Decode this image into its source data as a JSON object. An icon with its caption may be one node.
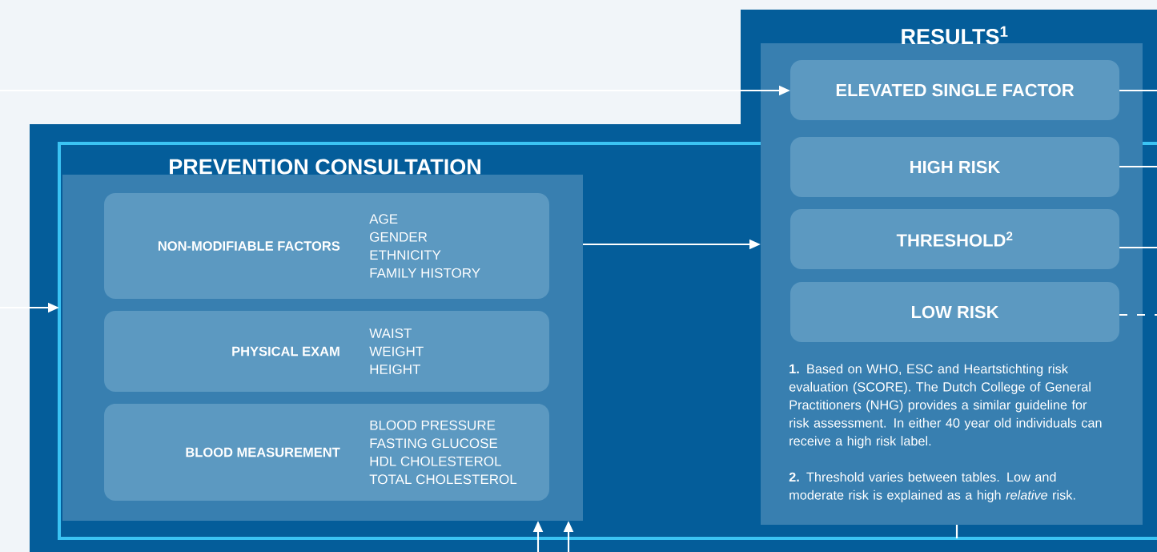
{
  "diagram": {
    "nodes": [
      {
        "text": [
          "RESULTS$^{1}$"
        ]
      },
      {
        "text": [
          "ELEVATED SINGLE FACTOR"
        ],
        "in": 0
      },
      {
        "text": [
          "HIGH RISK"
        ],
        "in": 0
      },
      {
        "text": [
          "THRESHOLD$^{2}$"
        ]
      },
      {
        "text": [
          "LOW RISK"
        ]
      },
      {
        "text": [
          "PREVENTION CONSULTATION"
        ]
      },
      {
        "text": [],
        "shape": "box",
        "in": 5
      },
      {
        "text": [
          "NON-MODIFIABLE FACTORS",
          "AGE",
          "GENDER",
          "ETHNICITY",
          "FAMILY HISTORY"
        ],
        "in": 6
      },
      {
        "text": [
          "PHYSICAL EXAM",
          "WAIST",
          "WEIGHT",
          "HEIGHT"
        ],
        "in": 6
      },
      {
        "text": [
          "BLOOD MEASUREMENT",
          "BLOOD PRESSURE",
          "FASTING GLUCOSE",
          "HDL CHOLESTEROL",
          "TOTAL CHOLESTEROL"
        ],
        "in": 6
      }
    ],
    "edges": [
      {
        "from": null,
        "to": 1,
        "arrow": "to"
      },
      {
        "from": null,
        "to": 5,
        "arrow": "to"
      },
      {
        "from": 6,
        "to": 0,
        "arrow": "to"
      },
      {
        "from": 1,
        "to": null,
        "arrow": "none"
      },
      {
        "from": 2,
        "to": null,
        "arrow": "none"
      },
      {
        "from": 3,
        "to": null,
        "arrow": "none"
      },
      {
        "from": 4,
        "to": null,
        "arrow": "none",
        "style": "dashed"
      },
      {
        "from": null,
        "to": 6,
        "arrow": "to"
      },
      {
        "from": null,
        "to": 6,
        "arrow": "to"
      },
      {
        "from": 0,
        "to": 5,
        "arrow": "none"
      }
    ],
    "labels": [
      "**1.** Based on WHO, ESC and Heartstichting risk evaluation (SCORE). The Dutch College of General Practitioners (NHG) provides a similar guideline for risk assessment. In either 40 year old individuals can receive a high risk label.",
      "**2.** Threshold varies between tables. Low and moderate risk is explained as a high *relative* risk."
    ]
  }
}
